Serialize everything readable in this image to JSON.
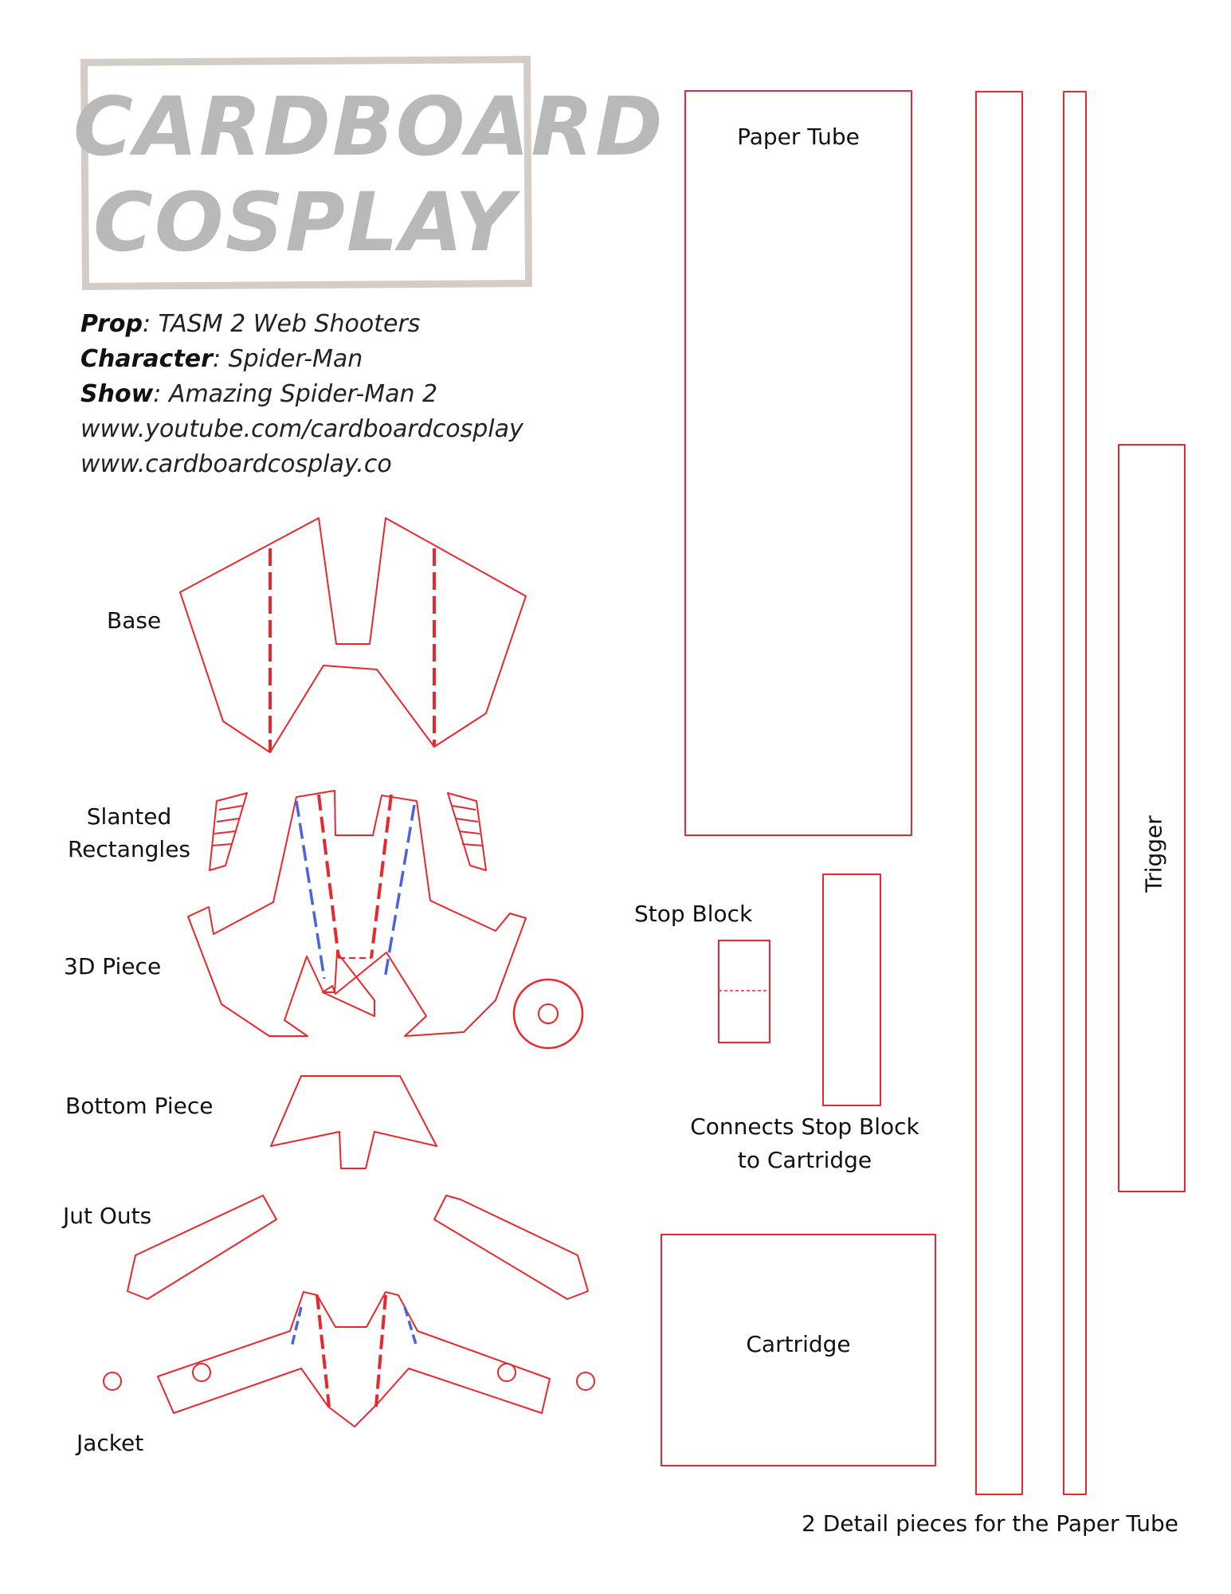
{
  "logo": {
    "line1": "CARDBOARD",
    "line2": "COSPLAY"
  },
  "info": {
    "prop_key": "Prop",
    "prop_value": ": TASM 2 Web Shooters",
    "character_key": "Character",
    "character_value": ": Spider-Man",
    "show_key": "Show",
    "show_value": ": Amazing Spider-Man 2",
    "youtube": "www.youtube.com/cardboardcosplay",
    "website": "www.cardboardcosplay.co"
  },
  "labels": {
    "base": "Base",
    "slanted_line1": "Slanted",
    "slanted_line2": "Rectangles",
    "piece_3d": "3D Piece",
    "bottom_piece": "Bottom Piece",
    "jut_outs": "Jut Outs",
    "jacket": "Jacket",
    "paper_tube": "Paper Tube",
    "stop_block": "Stop Block",
    "connects_line1": "Connects Stop Block",
    "connects_line2": "to Cartridge",
    "cartridge": "Cartridge",
    "trigger": "Trigger",
    "detail_pieces": "2 Detail pieces for the Paper Tube"
  },
  "colors": {
    "cut_line": "#e8282d",
    "blue_fold": "#4a63e0",
    "logo_text": "#b9b9b9",
    "logo_frame": "#d4ccc6"
  }
}
